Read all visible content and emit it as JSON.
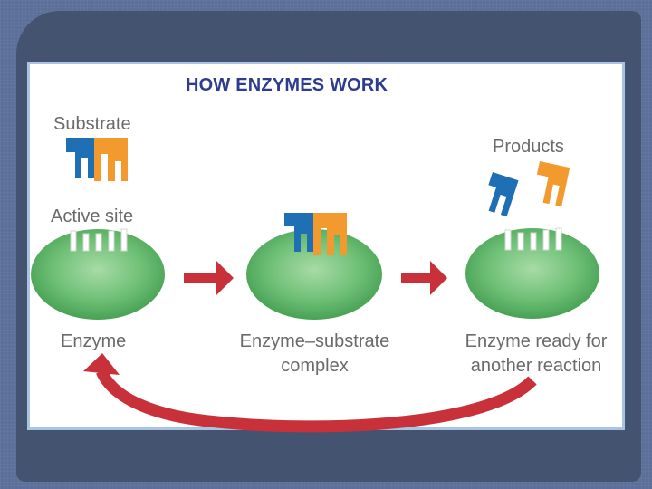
{
  "title": "HOW ENZYMES WORK",
  "labels": {
    "substrate": "Substrate",
    "products": "Products",
    "active_site": "Active site",
    "enzyme": "Enzyme",
    "complex_line1": "Enzyme–substrate",
    "complex_line2": "complex",
    "ready_line1": "Enzyme ready for",
    "ready_line2": "another reaction"
  },
  "colors": {
    "substrate_blue": "#1f6fb5",
    "substrate_orange": "#f29a2e",
    "enzyme_green": "#5fb56a",
    "arrow_red": "#c8313a",
    "title_navy": "#2e3c8f"
  }
}
